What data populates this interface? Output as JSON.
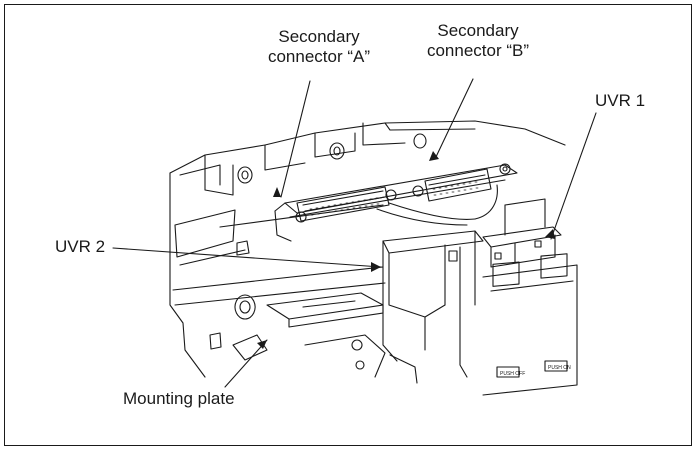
{
  "labels": {
    "connector_a": {
      "line1": "Secondary",
      "line2": "connector “A”"
    },
    "connector_b": {
      "line1": "Secondary",
      "line2": "connector “B”"
    },
    "uvr1": "UVR 1",
    "uvr2": "UVR 2",
    "mounting_plate": "Mounting plate"
  },
  "panel_labels": {
    "push_off": "PUSH OFF",
    "push_on": "PUSH ON"
  },
  "colors": {
    "line": "#1a1a1a",
    "background": "#ffffff"
  }
}
